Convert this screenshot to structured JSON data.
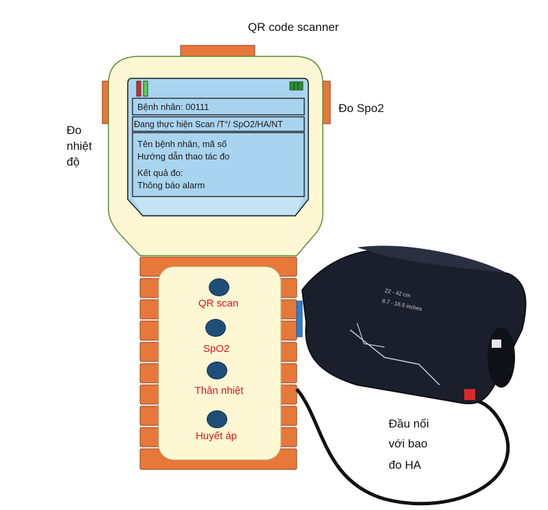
{
  "labels": {
    "qr_scanner": "QR code scanner",
    "spo2": "Đo Spo2",
    "temperature": [
      "Đo",
      "nhiệt",
      "độ"
    ],
    "connector": [
      "Đầu nối",
      "với bao",
      "đo HA"
    ]
  },
  "screen": {
    "patient": "Bệnh nhân: 00111",
    "status": "Đang thực hiện Scan /T°/ SpO2/HA/NT",
    "info_line1": "Tên  bệnh nhân, mã số",
    "info_line2": "Hướng dẫn thao tác đo",
    "result_line1": "Kết quả đo:",
    "result_line2": "Thông báo alarm"
  },
  "buttons": [
    {
      "label": "QR scan"
    },
    {
      "label": "SpO2"
    },
    {
      "label": "Thân nhiệt"
    },
    {
      "label": "Huyết áp"
    }
  ],
  "colors": {
    "body_fill": "#fdf8d3",
    "body_stroke": "#5b8a3a",
    "orange": "#e8773a",
    "screen": "#a9d4f0",
    "button": "#1f4e79",
    "button_text": "#e0121b"
  }
}
